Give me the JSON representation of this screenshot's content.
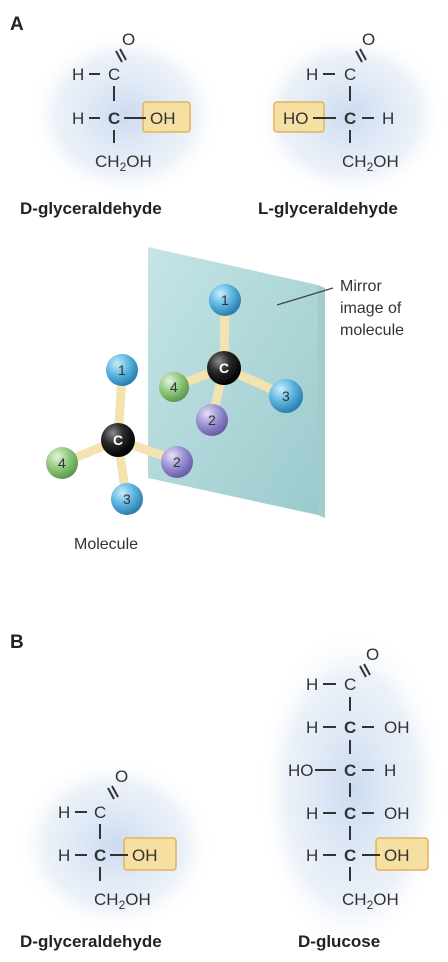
{
  "panels": {
    "a": "A",
    "b": "B"
  },
  "d_glyceraldehyde_top": {
    "top_group": "O",
    "row1_left": "H",
    "row1_center": "C",
    "row2_left": "H",
    "row2_center": "C",
    "row2_right": "OH",
    "bottom_main": "CH",
    "bottom_sub": "2",
    "bottom_tail": "OH",
    "caption": "D-glyceraldehyde"
  },
  "l_glyceraldehyde": {
    "top_group": "O",
    "row1_left": "H",
    "row1_center": "C",
    "row2_left": "HO",
    "row2_center": "C",
    "row2_right": "H",
    "bottom_main": "CH",
    "bottom_sub": "2",
    "bottom_tail": "OH",
    "caption": "L-glyceraldehyde"
  },
  "mirror_model": {
    "mirror_note_line1": "Mirror",
    "mirror_note_line2": "image of",
    "mirror_note_line3": "molecule",
    "center_label": "C",
    "molecule_caption": "Molecule",
    "ball_labels": [
      "1",
      "2",
      "3",
      "4"
    ]
  },
  "d_glyceraldehyde_bottom": {
    "top_group": "O",
    "row1_left": "H",
    "row1_center": "C",
    "row2_left": "H",
    "row2_center": "C",
    "row2_right": "OH",
    "bottom_main": "CH",
    "bottom_sub": "2",
    "bottom_tail": "OH",
    "caption": "D-glyceraldehyde"
  },
  "d_glucose": {
    "top_group": "O",
    "row1_left": "H",
    "row1_center": "C",
    "rows": [
      {
        "left": "H",
        "center": "C",
        "right": "OH"
      },
      {
        "left": "HO",
        "center": "C",
        "right": "H"
      },
      {
        "left": "H",
        "center": "C",
        "right": "OH"
      },
      {
        "left": "H",
        "center": "C",
        "right": "OH"
      }
    ],
    "bottom_main": "CH",
    "bottom_sub": "2",
    "bottom_tail": "OH",
    "caption": "D-glucose"
  },
  "colors": {
    "highlight_fill": "#f6dfa2",
    "highlight_stroke": "#e0b45c",
    "chiral_carbon": "#b0225a",
    "mirror_plane": "#a9d4d6",
    "ball_1_3": "#5ab4de",
    "ball_2": "#9a8fd0",
    "ball_4": "#8fc77e",
    "carbon_ball": "#2a2a2a",
    "bond": "#f3e3b0"
  }
}
